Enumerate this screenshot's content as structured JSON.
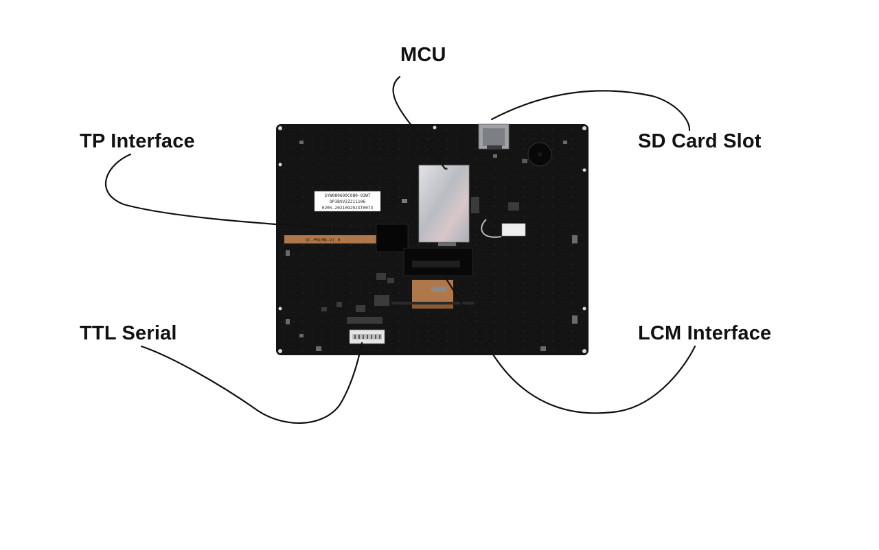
{
  "callouts": {
    "mcu": "MCU",
    "tp_interface": "TP Interface",
    "sd_card_slot": "SD Card Slot",
    "ttl_serial": "TTL Serial",
    "lcm_interface": "LCM Interface"
  },
  "board": {
    "sticker_line1": "SYW080600C080-03WT",
    "sticker_line2": "OPIBVVZZ211106",
    "sticker_line3": "0205-20210929JXT0073",
    "flex_label": "GC-PRLMD-V1.0"
  },
  "colors": {
    "board": "#141414",
    "shield": "#c9c9cc",
    "flex": "#b0784a",
    "line": "#111111"
  }
}
